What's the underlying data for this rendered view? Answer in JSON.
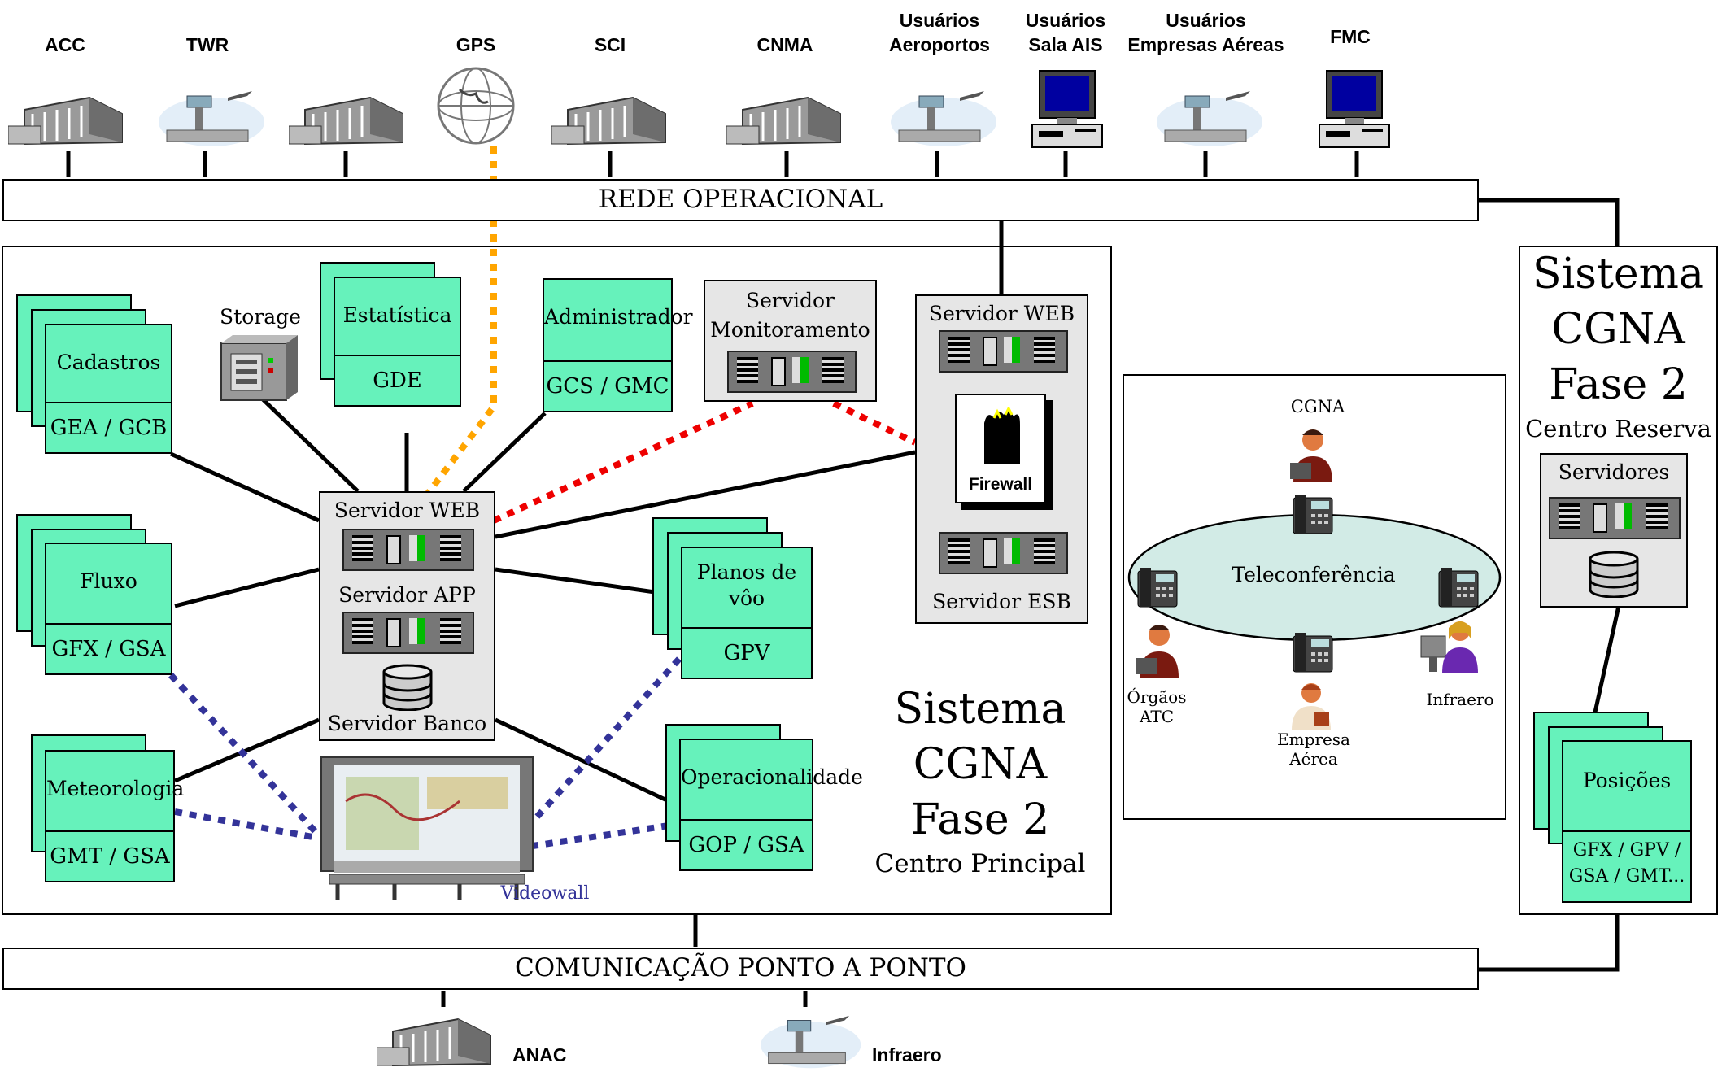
{
  "top_nodes": {
    "acc": "ACC",
    "twr": "TWR",
    "gps": "GPS",
    "sci": "SCI",
    "cnma": "CNMA",
    "usuarios_aeroportos": "Usuários\nAeroportos",
    "usuarios_sala_ais": "Usuários\nSala AIS",
    "usuarios_empresas_aereas": "Usuários\nEmpresas Aéreas",
    "fmc": "FMC"
  },
  "buses": {
    "rede_operacional": "REDE OPERACIONAL",
    "comunicacao_ponto_a_ponto": "COMUNICAÇÃO PONTO A PONTO"
  },
  "bottom_nodes": {
    "anac": "ANAC",
    "infraero": "Infraero"
  },
  "principal": {
    "modules": {
      "cadastros": {
        "title": "Cadastros",
        "code": "GEA / GCB"
      },
      "estatistica": {
        "title": "Estatística",
        "code": "GDE"
      },
      "administrador": {
        "title": "Administrador",
        "code": "GCS / GMC"
      },
      "fluxo": {
        "title": "Fluxo",
        "code": "GFX / GSA"
      },
      "planos": {
        "title": "Planos de\nvôo",
        "code": "GPV"
      },
      "meteorologia": {
        "title": "Meteorologia",
        "code": "GMT / GSA"
      },
      "operacionalidade": {
        "title": "Operacionalidade",
        "code": "GOP / GSA"
      }
    },
    "storage": "Storage",
    "monitoramento": "Servidor\nMonitoramento",
    "servidor_web": "Servidor WEB",
    "servidor_app": "Servidor APP",
    "servidor_banco": "Servidor Banco",
    "dmz_web": "Servidor WEB",
    "firewall": "Firewall",
    "servidor_esb": "Servidor ESB",
    "videowall": "Videowall",
    "sistema": "Sistema\nCGNA\nFase 2",
    "centro": "Centro Principal"
  },
  "teleconf": {
    "cgna": "CGNA",
    "teleconferencia": "Teleconferência",
    "orgaos_atc": "Órgãos\nATC",
    "empresa_aerea": "Empresa\nAérea",
    "infraero": "Infraero"
  },
  "reserva": {
    "sistema": "Sistema\nCGNA\nFase 2",
    "centro": "Centro Reserva",
    "servidores": "Servidores",
    "posicoes_title": "Posições",
    "posicoes_code": "GFX / GPV /\nGSA / GMT..."
  },
  "colors": {
    "module_green": "#66f2bb",
    "server_grey": "#e6e6e6",
    "teleconf_ellipse": "#d2ebe6",
    "gps_link": "#ffa500",
    "monitor_link": "#ee0000",
    "videowall_link": "#333399"
  }
}
